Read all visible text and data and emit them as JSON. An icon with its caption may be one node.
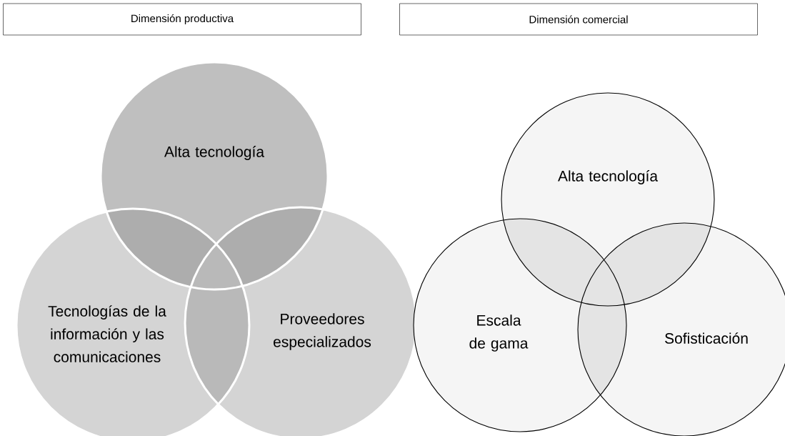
{
  "diagram": {
    "nodes": [
      {
        "text": [
          "Dimensión productiva"
        ]
      },
      {
        "text": [
          "Dimensión comercial"
        ]
      },
      {
        "text": [
          "Alta tecnología"
        ]
      },
      {
        "text": [
          "Tecnologías de la información y las comunicaciones"
        ]
      },
      {
        "text": [
          "Proveedores especializados"
        ]
      },
      {
        "text": [
          "Alta tecnología"
        ]
      },
      {
        "text": [
          "Escala de gama"
        ]
      },
      {
        "text": [
          "Sofisticación"
        ]
      }
    ]
  }
}
